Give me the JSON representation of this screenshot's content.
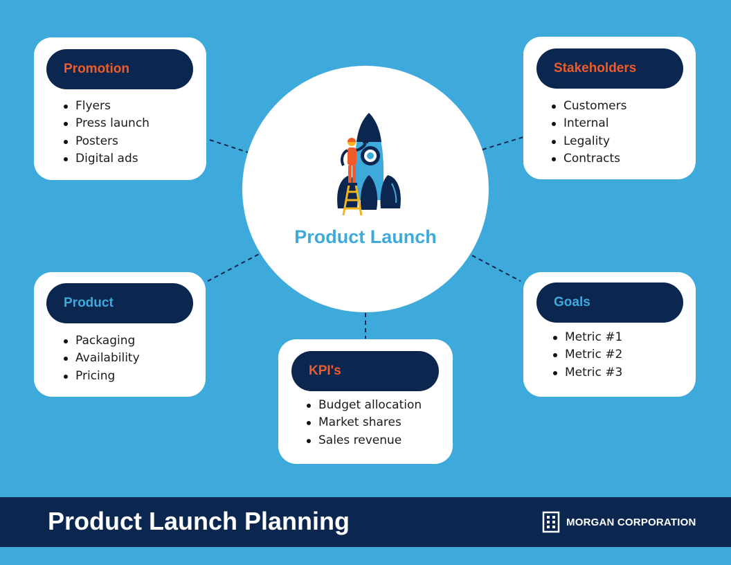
{
  "center": {
    "title": "Product Launch",
    "illustration": "rocket-with-worker-icon"
  },
  "promotion": {
    "title": "Promotion",
    "items": [
      "Flyers",
      "Press launch",
      "Posters",
      "Digital ads"
    ]
  },
  "stakeholders": {
    "title": "Stakeholders",
    "items": [
      "Customers",
      "Internal",
      "Legality",
      "Contracts"
    ]
  },
  "product": {
    "title": "Product",
    "items": [
      "Packaging",
      "Availability",
      "Pricing"
    ]
  },
  "goals": {
    "title": "Goals",
    "items": [
      "Metric #1",
      "Metric #2",
      "Metric #3"
    ]
  },
  "kpis": {
    "title": "KPI's",
    "items": [
      "Budget allocation",
      "Market shares",
      "Sales revenue"
    ]
  },
  "footer": {
    "title": "Product Launch Planning",
    "brand": "MORGAN CORPORATION",
    "brand_icon": "building-icon"
  },
  "colors": {
    "background": "#3eaadc",
    "navy": "#0b274f",
    "orange": "#f15a29",
    "white": "#ffffff"
  }
}
